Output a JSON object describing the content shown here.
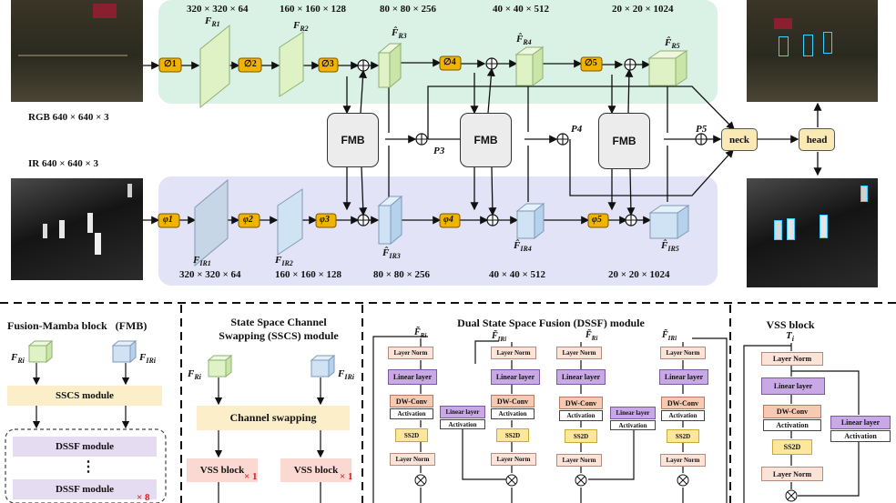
{
  "top": {
    "rgb_label": "RGB 640 × 640 × 3",
    "ir_label": "IR 640 × 640 × 3",
    "rgb_dims": [
      "320 × 320 × 64",
      "160 × 160 × 128",
      "80 × 80 × 256",
      "40 × 40 × 512",
      "20 × 20 × 1024"
    ],
    "ir_dims": [
      "320 × 320 × 64",
      "160 × 160 × 128",
      "80 × 80 × 256",
      "40 × 40 × 512",
      "20 × 20 × 1024"
    ],
    "rgb_features": [
      "F̂R1",
      "F̂R2",
      "F̂R3",
      "F̂R4",
      "F̂R5"
    ],
    "rgb_features_plain": [
      "F",
      "F"
    ],
    "rgb_sub": [
      "R1",
      "R2",
      "R3",
      "R4",
      "R5"
    ],
    "ir_sub": [
      "IR1",
      "IR2",
      "IR3",
      "IR4",
      "IR5"
    ],
    "rgb_ops": [
      "∅1",
      "∅2",
      "∅3",
      "∅4",
      "∅5"
    ],
    "ir_ops": [
      "φ1",
      "φ2",
      "φ3",
      "φ4",
      "φ5"
    ],
    "fmb_label": "FMB",
    "p_labels": [
      "P3",
      "P4",
      "P5"
    ],
    "neck_label": "neck",
    "head_label": "head"
  },
  "fmb_panel": {
    "title": "Fusion-Mamba block   (FMB)",
    "input_rgb": "FRi",
    "input_ir": "FIRi",
    "sscs_module": "SSCS module",
    "dssf_module": "DSSF module",
    "dots": "⋮",
    "repeat": "× 8"
  },
  "sscs_panel": {
    "title_line1": "State Space Channel",
    "title_line2": "Swapping (SSCS) module",
    "input_rgb": "FRi",
    "input_ir": "FIRi",
    "channel_swapping": "Channel swapping",
    "vss_block": "VSS block",
    "repeat": "× 1"
  },
  "dssf_panel": {
    "title": "Dual State Space Fusion (DSSF) module",
    "inputs": [
      "F̃Ri",
      "F̃IRi",
      "F̃Ri",
      "F̃IRi"
    ],
    "layer_norm": "Layer Norm",
    "linear_layer": "Linear layer",
    "dw_conv": "DW-Conv",
    "activation": "Activation",
    "ss2d": "SS2D"
  },
  "vss_panel": {
    "title": "VSS block",
    "input": "Ti",
    "layer_norm": "Layer Norm",
    "linear_layer": "Linear layer",
    "dw_conv": "DW-Conv",
    "activation": "Activation",
    "ss2d": "SS2D"
  },
  "colors": {
    "rgb_band": "#daf1e6",
    "ir_band": "#e3e3f7",
    "op_box": "#f0b400",
    "green_cube": "#dff2c5",
    "blue_cube": "#cfe3f5"
  }
}
